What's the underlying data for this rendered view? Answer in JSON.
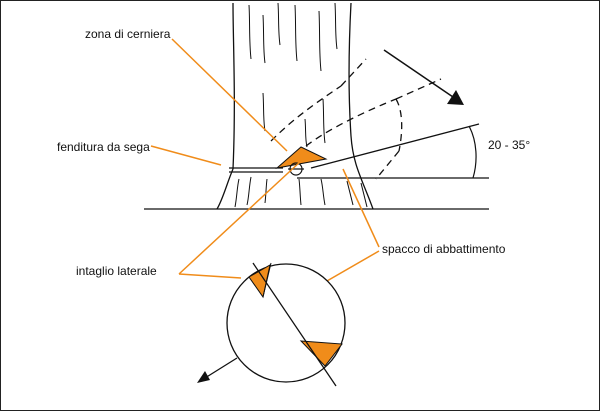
{
  "labels": {
    "hinge_zone": "zona di cerniera",
    "saw_kerf": "fenditura da sega",
    "angle": "20 - 35°",
    "felling_gap": "spacco di abbattimento",
    "side_notch": "intaglio laterale"
  },
  "colors": {
    "accent": "#f08c1a",
    "ink": "#111111",
    "background": "#ffffff"
  }
}
